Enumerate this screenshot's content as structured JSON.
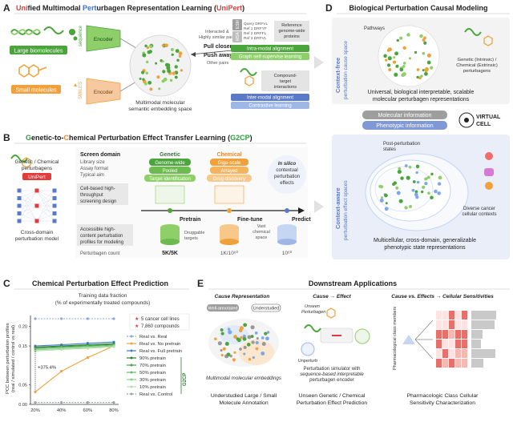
{
  "panels": {
    "a": {
      "letter": "A",
      "title_parts": [
        {
          "text": "Uni",
          "color": "#e23b3b"
        },
        {
          "text": "fied Multimodal ",
          "color": "#222222"
        },
        {
          "text": "Pert",
          "color": "#3b6fd9"
        },
        {
          "text": "urbagen Representation Learning (",
          "color": "#222222"
        },
        {
          "text": "UniPert",
          "color": "#e23b3b"
        },
        {
          "text": ")",
          "color": "#222222"
        }
      ],
      "large_biomolecules": "Large biomolecules",
      "small_molecules": "Small molecules",
      "sequence": "sequence",
      "smiles": "SMILES",
      "encoder": "Encoder",
      "interacted_pairs": [
        "Interacted &",
        "Highly similar pairs"
      ],
      "pull_closer": "Pull closer",
      "push_away": "Push away",
      "other_pairs": "Other pairs",
      "embedding_space": [
        "Multimodal molecular",
        "semantic embedding space"
      ],
      "esm": "ESM",
      "msa": "MSA",
      "query_rows": [
        "Query DRFVL",
        "Ref 1 DRFYF",
        "Ref 2 DRFFL",
        "Ref 3 DRFVL"
      ],
      "reference_proteins": [
        "Reference",
        "genome-wide",
        "proteins"
      ],
      "intra_modal": "Intra-modal alignment",
      "graph_ssl": "Graph self-supervise learning",
      "compound_target": [
        "Compound-",
        "target",
        "interactions"
      ],
      "inter_modal": "Inter-modal alignment",
      "contrastive": "Contrastive learning"
    },
    "b": {
      "letter": "B",
      "title_parts": [
        {
          "text": "G",
          "color": "#2e9b3a"
        },
        {
          "text": "enetic-to-",
          "color": "#222222"
        },
        {
          "text": "C",
          "color": "#e8893a"
        },
        {
          "text": "hemical Perturbation Effect Transfer Learning (",
          "color": "#222222"
        },
        {
          "text": "G2CP",
          "color": "#2e9b3a"
        },
        {
          "text": ")",
          "color": "#222222"
        }
      ],
      "genetic_chemical": [
        "Genetic / Chemical",
        "perturbagens"
      ],
      "unipert": "UniPert",
      "cross_domain": [
        "Cross-domain",
        "perturbation model"
      ],
      "screen_domain": "Screen domain",
      "screen_rows": [
        "Library size",
        "Assay format",
        "Typical aim"
      ],
      "cell_based": [
        "Cell-based high-",
        "throughput",
        "screening design"
      ],
      "accessible": [
        "Accessible high-",
        "content perturbation",
        "profiles for modeling"
      ],
      "count_label": "Perturbagen count",
      "genetic_header": "Genetic",
      "genetic_tags": [
        "Genome-wide",
        "Pooled",
        "Target identification"
      ],
      "chemical_header": "Chemical",
      "chemical_tags": [
        "Giga-scale",
        "Arrayed",
        "Drug discovery"
      ],
      "in_silico": [
        "In silico",
        "contextual",
        "perturbation",
        "effects"
      ],
      "pretrain": "Pretrain",
      "finetune": "Fine-tune",
      "predict": "Predict",
      "druggable": [
        "Druggable",
        "targets"
      ],
      "vast": [
        "Vast",
        "chemical",
        "space"
      ],
      "count_genetic": "5K/5K",
      "count_chemical": "1K/10⁶⁰",
      "count_space": "10⁶⁰"
    },
    "c": {
      "letter": "C",
      "title": "Chemical Perturbation Effect Prediction",
      "subtitle": [
        "Training data fraction",
        "(% of experimentally treated compounds)"
      ],
      "ylabel": [
        "PCC between perturbation profiles",
        "(real / simulated / control vs real)"
      ],
      "stats": [
        "5 cancer cell lines",
        "7,860 compounds"
      ],
      "annotation": "+375.4%",
      "g2cp_label": "G2CP"
    },
    "d": {
      "letter": "D",
      "title": "Biological Perturbation Causal Modeling",
      "context_free": [
        "Context-free",
        "perturbation cause space"
      ],
      "pathways": "Pathways",
      "genetic_chemical": [
        "Genetic (Intrinsic) /",
        "Chemical (Extrinsic)",
        "perturbagens"
      ],
      "universal": [
        "Universal, biological interpretable, scalable",
        "molecular perturbagen representations"
      ],
      "molecular_info": "Molecular information",
      "phenotypic_info": "Phenotypic information",
      "virtual_cell": [
        "VIRTUAL",
        "CELL"
      ],
      "context_aware": [
        "Context-aware",
        "perturbation effect spaces"
      ],
      "post_perturbation": [
        "Post-perturbation",
        "states"
      ],
      "diverse": [
        "Diverse cancer",
        "cellular contexts"
      ],
      "multicellular": [
        "Multicellular, cross-domain, generalizable",
        "phenotypic state representations"
      ]
    },
    "e": {
      "letter": "E",
      "title": "Downstream Applications",
      "cause_rep": "Cause Representation",
      "well_annotated": "Well-annotated",
      "understudied": "Understudied",
      "multimodal_emb": "Multimodal molecular embeddings",
      "understudied_caption": [
        "Understudied Large / Small",
        "Molecule Annotation"
      ],
      "cause_effect": "Cause → Effect",
      "unseen_perturbagen": [
        "Unseen",
        "Perturbagen"
      ],
      "unperturb": "Unperturb",
      "simulator": [
        "Perturbation simulator with",
        "sequence-based interpretable",
        "perturbagen encoder"
      ],
      "unseen_caption": [
        "Unseen Genetic / Chemical",
        "Perturbation Effect Prediction"
      ],
      "cause_sens": "Cause vs. Effects → Cellular Sensitivities",
      "pharm_members": "Pharmacological class members",
      "pharm_caption": [
        "Pharmacologic Class Cellular",
        "Sensitivity Characterization"
      ]
    }
  },
  "colors": {
    "green": "#4aa63a",
    "light_green": "#8fcf6a",
    "orange": "#f0a13c",
    "blue_dark": "#5a79c8",
    "blue_light": "#c4d6f2",
    "red": "#e23b3b",
    "gray_box": "#ececec",
    "panel_d_bg": "#e9eef8"
  },
  "chart_data": {
    "type": "line",
    "x": [
      "20%",
      "40%",
      "60%",
      "80%"
    ],
    "ylim": [
      0,
      0.22
    ],
    "yticks": [
      0,
      0.05,
      0.15,
      0.2
    ],
    "series": [
      {
        "name": "Real vs. Real",
        "values": [
          0.22,
          0.22,
          0.22,
          0.22
        ],
        "color": "#8fa8e0",
        "dash": true
      },
      {
        "name": "Real vs. No pretrain",
        "values": [
          0.032,
          0.085,
          0.12,
          0.15
        ],
        "color": "#f0a13c",
        "dash": false
      },
      {
        "name": "Real vs. Full pretrain",
        "values": [
          0.15,
          0.153,
          0.157,
          0.16
        ],
        "color": "#3e7bd6",
        "dash": false
      },
      {
        "name": "90% pretrain",
        "values": [
          0.147,
          0.15,
          0.153,
          0.156
        ],
        "color": "#2e7d32",
        "dash": false
      },
      {
        "name": "70% pretrain",
        "values": [
          0.145,
          0.148,
          0.151,
          0.154
        ],
        "color": "#43a047",
        "dash": false
      },
      {
        "name": "50% pretrain",
        "values": [
          0.143,
          0.146,
          0.149,
          0.152
        ],
        "color": "#66bb6a",
        "dash": false
      },
      {
        "name": "30% pretrain",
        "values": [
          0.14,
          0.143,
          0.146,
          0.15
        ],
        "color": "#8bcf8b",
        "dash": false
      },
      {
        "name": "10% pretrain",
        "values": [
          0.137,
          0.141,
          0.144,
          0.148
        ],
        "color": "#b5e0b0",
        "dash": false
      },
      {
        "name": "Real vs. Control",
        "values": [
          0.005,
          0.005,
          0.005,
          0.005
        ],
        "color": "#9aa3ad",
        "dash": true
      }
    ]
  }
}
